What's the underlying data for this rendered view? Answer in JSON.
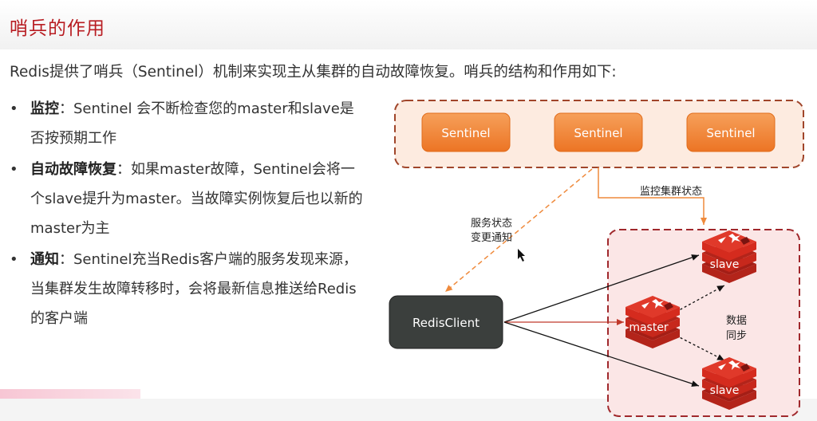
{
  "page_title": "哨兵的作用",
  "intro": "Redis提供了哨兵（Sentinel）机制来实现主从集群的自动故障恢复。哨兵的结构和作用如下:",
  "bullets": [
    {
      "bold": "监控",
      "text": "：Sentinel 会不断检查您的master和slave是否按预期工作"
    },
    {
      "bold": "自动故障恢复",
      "text": "：如果master故障，Sentinel会将一个slave提升为master。当故障实例恢复后也以新的master为主"
    },
    {
      "bold": "通知",
      "text": "：Sentinel充当Redis客户端的服务发现来源，当集群发生故障转移时，会将最新信息推送给Redis的客户端"
    }
  ],
  "bullet_marker": "•",
  "diagram": {
    "sentinels": [
      "Sentinel",
      "Sentinel",
      "Sentinel"
    ],
    "monitor_label": "监控集群状态",
    "notify_label_1": "服务状态",
    "notify_label_2": "变更通知",
    "client_label": "RedisClient",
    "master_label": "master",
    "slave_labels": [
      "slave",
      "slave"
    ],
    "sync_label_1": "数据",
    "sync_label_2": "同步"
  },
  "colors": {
    "title": "#b81d22",
    "sentinel_btn": "#f0812a",
    "cluster_border": "#a0282c",
    "client_bg": "#3b3f3d",
    "redis_red": "#d52b1e"
  }
}
